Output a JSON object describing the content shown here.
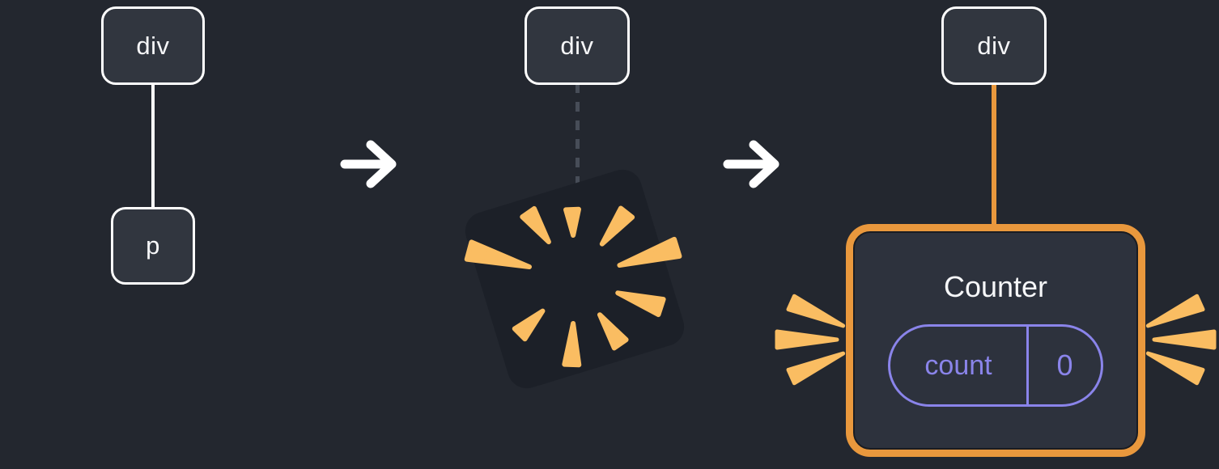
{
  "steps": [
    {
      "name": "initial-dom-tree",
      "nodes": [
        {
          "label": "div"
        },
        {
          "label": "p"
        }
      ]
    },
    {
      "name": "rendering-burst",
      "nodes": [
        {
          "label": "div"
        }
      ]
    },
    {
      "name": "rendered-component",
      "nodes": [
        {
          "label": "div"
        }
      ],
      "component": {
        "title": "Counter",
        "state": {
          "label": "count",
          "value": "0"
        }
      }
    }
  ],
  "colors": {
    "background": "#23272f",
    "node_fill": "#31363f",
    "node_border": "#ffffff",
    "text_primary": "#f6f7f9",
    "edge_dashed": "#474d58",
    "accent_orange": "#e9983d",
    "spark_orange": "#fabd62",
    "state_purple": "#8a84ea"
  }
}
